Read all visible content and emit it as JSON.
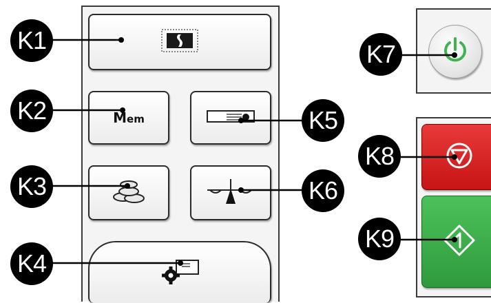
{
  "keys": {
    "k1": {
      "label": "K1",
      "icon": "document-frame-icon"
    },
    "k2": {
      "label": "K2",
      "icon": "memory-icon",
      "mem_big": "M",
      "mem_small": "em"
    },
    "k3": {
      "label": "K3",
      "icon": "coin-stack-icon"
    },
    "k4": {
      "label": "K4",
      "icon": "settings-icon"
    },
    "k5": {
      "label": "K5",
      "icon": "card-slot-icon"
    },
    "k6": {
      "label": "K6",
      "icon": "balance-scale-icon"
    },
    "k7": {
      "label": "K7",
      "icon": "power-icon"
    },
    "k8": {
      "label": "K8",
      "icon": "stop-icon"
    },
    "k9": {
      "label": "K9",
      "icon": "start-icon"
    }
  },
  "colors": {
    "badge": "#000000",
    "power_green": "#3fb34f",
    "stop_red": "#d62424",
    "start_green": "#3cae4a"
  }
}
